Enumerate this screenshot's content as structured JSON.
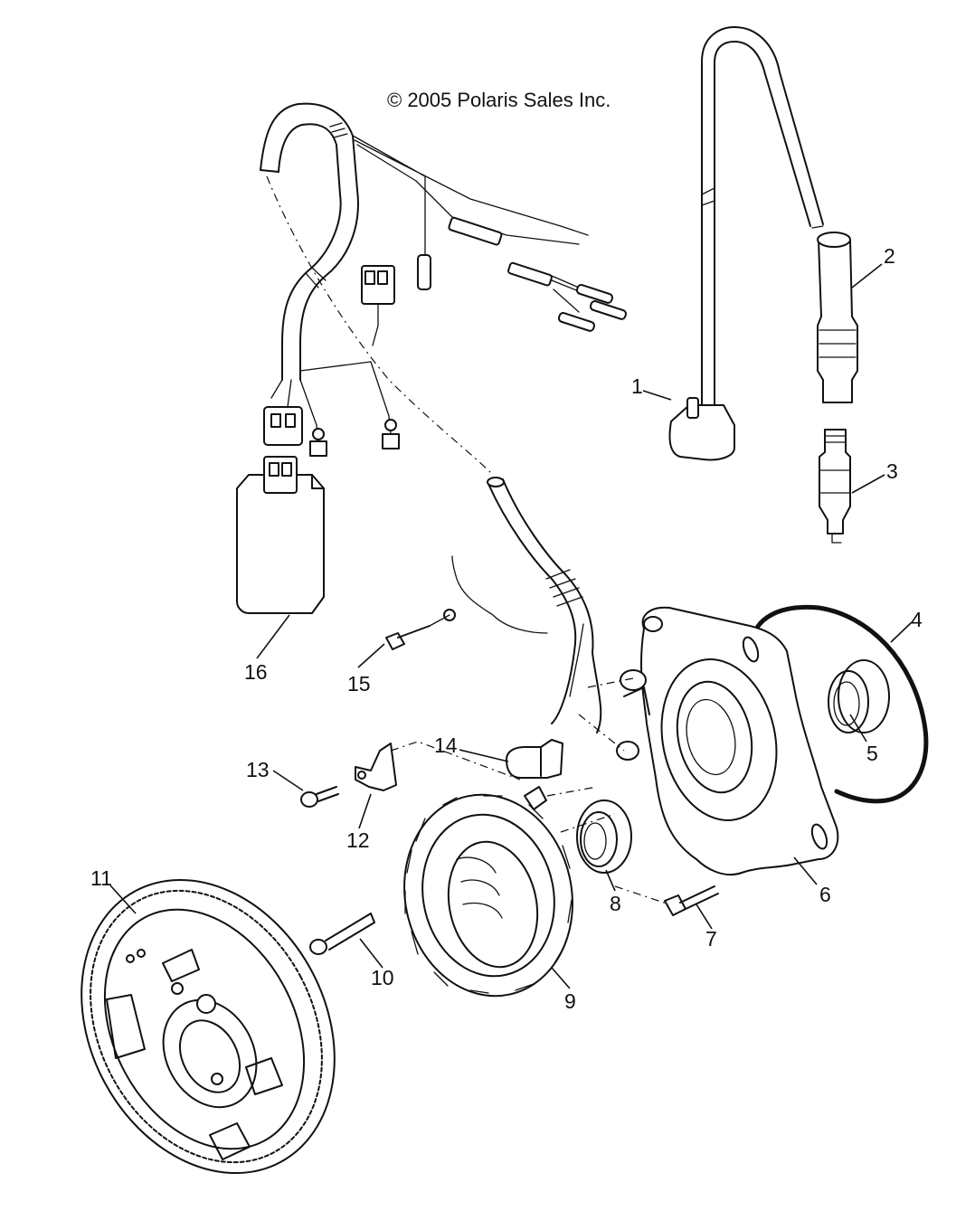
{
  "copyright": "© 2005 Polaris Sales Inc.",
  "callouts": [
    {
      "id": "1",
      "label": "1",
      "part": "ignition-coil"
    },
    {
      "id": "2",
      "label": "2",
      "part": "spark-plug-cap"
    },
    {
      "id": "3",
      "label": "3",
      "part": "spark-plug"
    },
    {
      "id": "4",
      "label": "4",
      "part": "o-ring"
    },
    {
      "id": "5",
      "label": "5",
      "part": "seal"
    },
    {
      "id": "6",
      "label": "6",
      "part": "stator-plate"
    },
    {
      "id": "7",
      "label": "7",
      "part": "bolt"
    },
    {
      "id": "8",
      "label": "8",
      "part": "seal"
    },
    {
      "id": "9",
      "label": "9",
      "part": "stator"
    },
    {
      "id": "10",
      "label": "10",
      "part": "screw"
    },
    {
      "id": "11",
      "label": "11",
      "part": "flywheel"
    },
    {
      "id": "12",
      "label": "12",
      "part": "clamp"
    },
    {
      "id": "13",
      "label": "13",
      "part": "screw"
    },
    {
      "id": "14",
      "label": "14",
      "part": "trigger-coil"
    },
    {
      "id": "15",
      "label": "15",
      "part": "screw"
    },
    {
      "id": "16",
      "label": "16",
      "part": "cdi-box"
    }
  ]
}
